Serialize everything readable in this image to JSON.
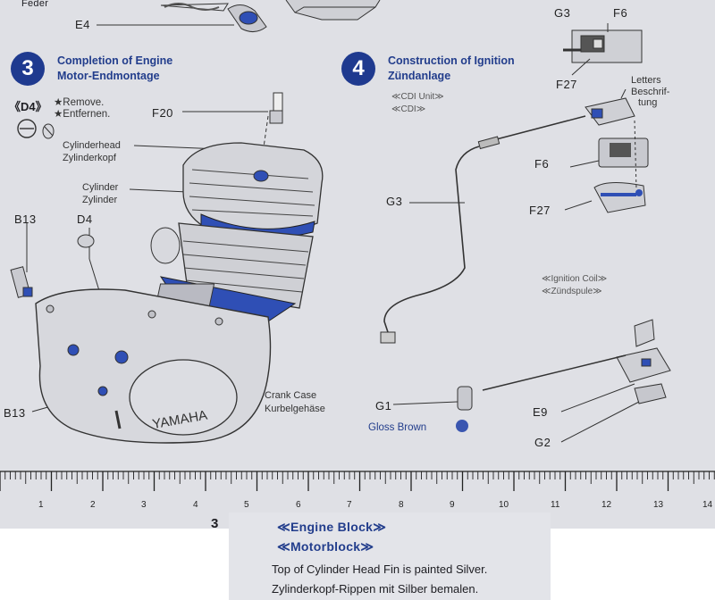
{
  "header": {
    "feder": "Feder",
    "e4": "E4"
  },
  "step3": {
    "number": "3",
    "title_en": "Completion of Engine",
    "title_de": "Motor-Endmontage",
    "remove_code": "《D4》",
    "remove_en": "★Remove.",
    "remove_de": "★Entfernen.",
    "parts": {
      "f20": "F20",
      "b13_top": "B13",
      "d4": "D4",
      "b13_bottom": "B13"
    },
    "labels": {
      "cylinderhead_en": "Cylinderhead",
      "cylinderhead_de": "Zylinderkopf",
      "cylinder_en": "Cylinder",
      "cylinder_de": "Zylinder",
      "crankcase_en": "Crank Case",
      "crankcase_de": "Kurbelgehäse",
      "brand": "YAMAHA"
    }
  },
  "step4": {
    "number": "4",
    "title_en": "Construction of Ignition",
    "title_de": "Zündanlage",
    "cdi_en": "≪CDI Unit≫",
    "cdi_de": "≪CDI≫",
    "coil_en": "≪Ignition Coil≫",
    "coil_de": "≪Zündspule≫",
    "parts": {
      "g3_top": "G3",
      "f6_top": "F6",
      "f27_top": "F27",
      "g3": "G3",
      "f6": "F6",
      "f27": "F27",
      "g1": "G1",
      "e9": "E9",
      "g2": "G2"
    },
    "letters_en": "Letters",
    "letters_de_1": "Beschrif-",
    "letters_de_2": "tung",
    "gloss_brown": "Gloss  Brown"
  },
  "ruler": {
    "numbers": [
      "1",
      "2",
      "3",
      "4",
      "5",
      "6",
      "7",
      "8",
      "9",
      "10",
      "11",
      "12",
      "13",
      "14"
    ],
    "page_number": "3"
  },
  "note": {
    "title_en": "≪Engine Block≫",
    "title_de": "≪Motorblock≫",
    "text_en": "Top of Cylinder Head Fin is painted Silver.",
    "text_de": "Zylinderkopf-Rippen mit Silber bemalen."
  },
  "colors": {
    "accent_blue": "#223d8c",
    "paint_blue": "#2f4fb5",
    "paper": "#dfe0e5",
    "gloss_brown_swatch": "#3a56b0"
  }
}
